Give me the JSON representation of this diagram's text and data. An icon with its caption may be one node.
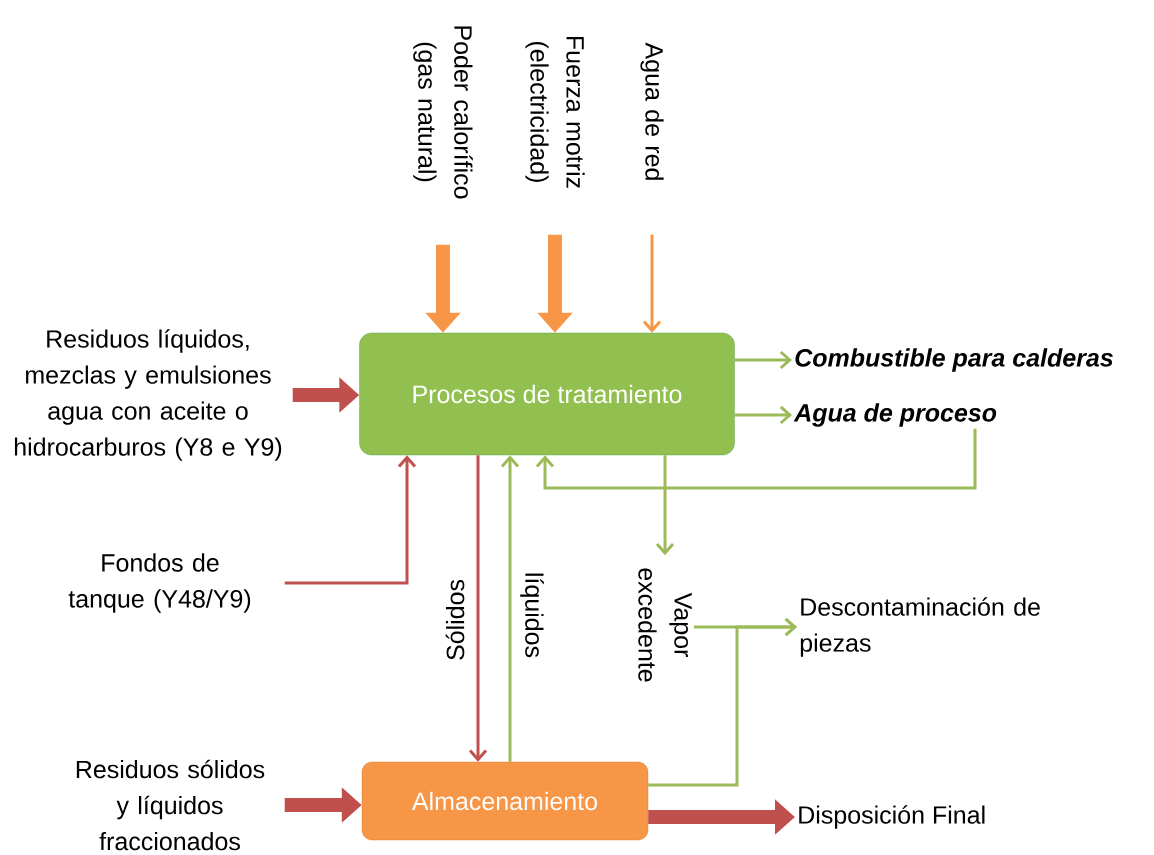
{
  "diagram": {
    "nodes": [
      {
        "text": [
          "Procesos de tratamiento"
        ]
      },
      {
        "text": [
          "Almacenamiento"
        ]
      },
      {
        "text": [
          "Poder calorífico (gas natural)"
        ]
      },
      {
        "text": [
          "Fuerza motriz (electricidad)"
        ]
      },
      {
        "text": [
          "Agua de red"
        ]
      },
      {
        "text": [
          "Residuos líquidos, mezclas y emulsiones agua con aceite o hidrocarburos (Y8 e Y9)"
        ]
      },
      {
        "text": [
          "Combustible para calderas"
        ]
      },
      {
        "text": [
          "Agua de proceso"
        ]
      },
      {
        "text": [
          "Fondos de tanque (Y48/Y9)"
        ]
      },
      {
        "text": [
          "Descontaminación de piezas"
        ]
      },
      {
        "text": [
          "Residuos sólidos y líquidos fraccionados"
        ]
      },
      {
        "text": [
          "Disposición Final"
        ]
      },
      {
        "text": [
          "Vapor excedente"
        ]
      }
    ],
    "edges": [
      {
        "from": 2,
        "to": 0,
        "arrow": "to",
        "style": "thick",
        "color": "#f79646"
      },
      {
        "from": 3,
        "to": 0,
        "arrow": "to",
        "style": "thick",
        "color": "#f79646"
      },
      {
        "from": 4,
        "to": 0,
        "arrow": "to",
        "color": "#f79646"
      },
      {
        "from": 5,
        "to": 0,
        "arrow": "to",
        "style": "thick",
        "color": "#c0504d"
      },
      {
        "from": 0,
        "to": 6,
        "arrow": "to"
      },
      {
        "from": 0,
        "to": 7,
        "arrow": "to"
      },
      {
        "from": 7,
        "to": 0,
        "arrow": "to"
      },
      {
        "from": 8,
        "to": 0,
        "arrow": "to",
        "color": "#c0504d"
      },
      {
        "from": 0,
        "to": 1,
        "arrow": "to",
        "label": "Sólidos",
        "color": "#c0504d"
      },
      {
        "from": 1,
        "to": 0,
        "arrow": "to",
        "label": "líquidos"
      },
      {
        "from": 0,
        "to": 12,
        "arrow": "to"
      },
      {
        "from": 12,
        "to": 9,
        "arrow": "to"
      },
      {
        "from": 1,
        "to": 9,
        "arrow": "to"
      },
      {
        "from": 10,
        "to": 1,
        "arrow": "to",
        "style": "thick",
        "color": "#c0504d"
      },
      {
        "from": 1,
        "to": 11,
        "arrow": "to",
        "style": "thick",
        "color": "#c0504d"
      }
    ]
  }
}
